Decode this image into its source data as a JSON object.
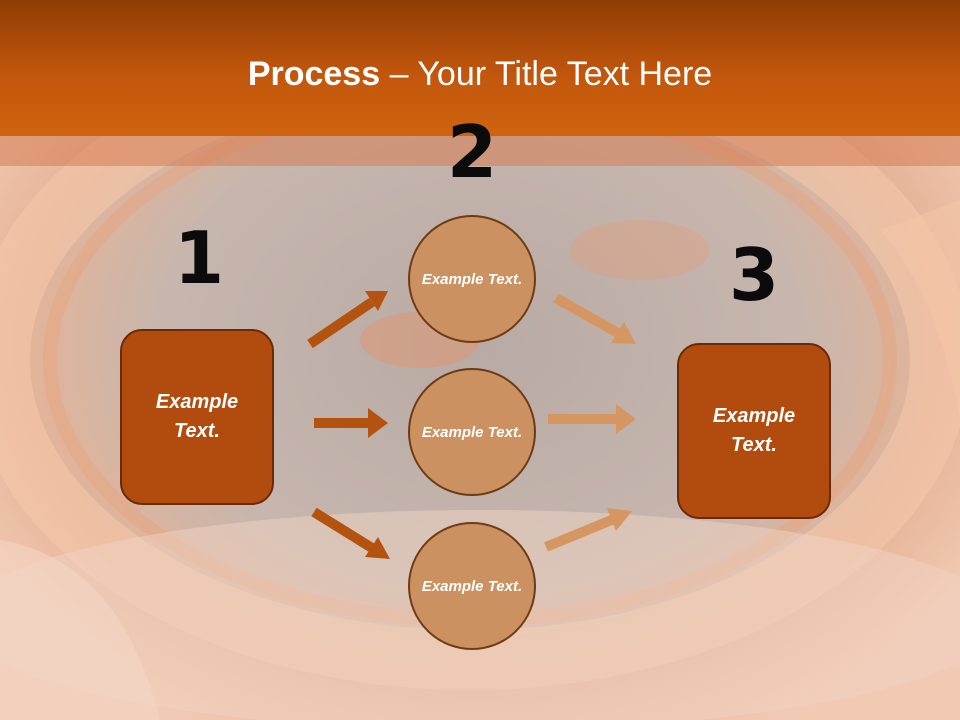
{
  "title": {
    "bold": "Process",
    "separator": "–",
    "rest": "Your Title Text Here"
  },
  "steps": [
    {
      "number": "1",
      "label": "Example Text."
    },
    {
      "number": "2",
      "labels": [
        "Example Text.",
        "Example Text.",
        "Example Text."
      ]
    },
    {
      "number": "3",
      "label": "Example Text."
    }
  ],
  "colors": {
    "header": "#c2560c",
    "box_fill": "#b14c0e",
    "circle_fill": "#cb9160",
    "arrow_dark": "#b4520f",
    "arrow_light": "#d59662"
  }
}
